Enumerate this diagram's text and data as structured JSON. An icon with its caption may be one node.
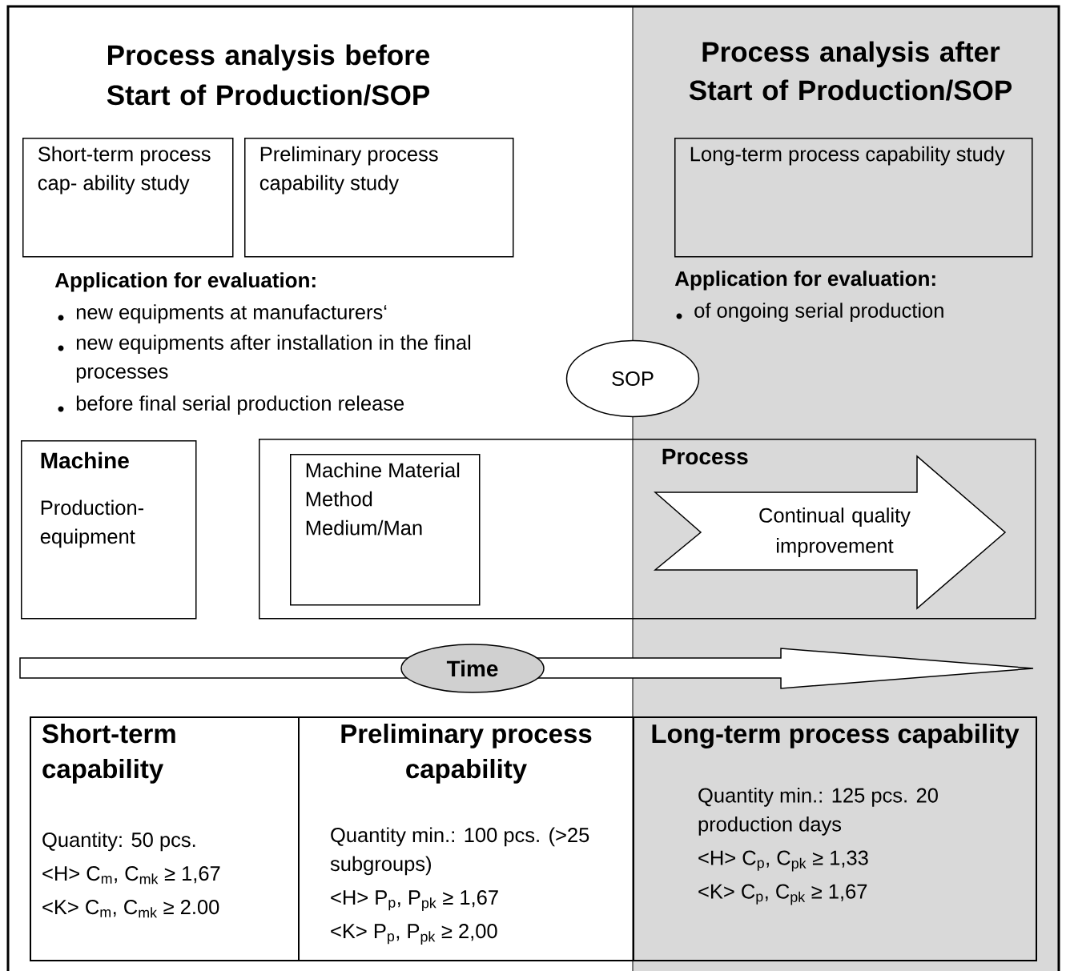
{
  "diagram": {
    "nodes": [
      {
        "text": [
          "Short-term process cap- ability study"
        ]
      },
      {
        "text": [
          "Preliminary process capability study"
        ]
      },
      {
        "text": [
          "Long-term process capability study"
        ]
      },
      {
        "text": [
          "SOP"
        ]
      },
      {
        "text": [
          "Machine",
          "Production-equipment"
        ]
      },
      {
        "text": [
          "Process"
        ]
      },
      {
        "text": [
          "Machine Material Method Medium/Man"
        ],
        "in": 5
      },
      {
        "text": [
          "Continual quality improvement"
        ],
        "in": 5
      },
      {
        "text": [
          "Time"
        ]
      },
      {
        "text": [
          "Short-term capability",
          "Quantity: 50 pcs.",
          "<H> C$_{m}$, C$_{mk}$ ≥ 1,67",
          "<K> C$_{m}$, C$_{mk}$ ≥ 2.00"
        ]
      },
      {
        "text": [
          "Preliminary process capability",
          "Quantity min.: 100 pcs. (>25 subgroups)",
          "<H> P$_{p}$, P$_{pk}$ ≥  1,67",
          "<K> P$_{p}$, P$_{pk}$ ≥  2,00"
        ]
      },
      {
        "text": [
          "Long-term process capability",
          "Quantity min.: 125 pcs. 20 production days",
          "<H> C$_{p}$, C$_{pk}$ ≥ 1,33",
          "<K> C$_{p}$, C$_{pk}$ ≥ 1,67"
        ]
      }
    ],
    "labels": [
      "Process analysis before Start of Production/SOP",
      "Process analysis after Start of Production/SOP",
      "Application for evaluation:",
      "new equipments at manufacturers‘",
      "new equipments after installation in the final processes",
      "before final serial production release",
      "Application for evaluation:",
      "of ongoing serial production"
    ]
  }
}
